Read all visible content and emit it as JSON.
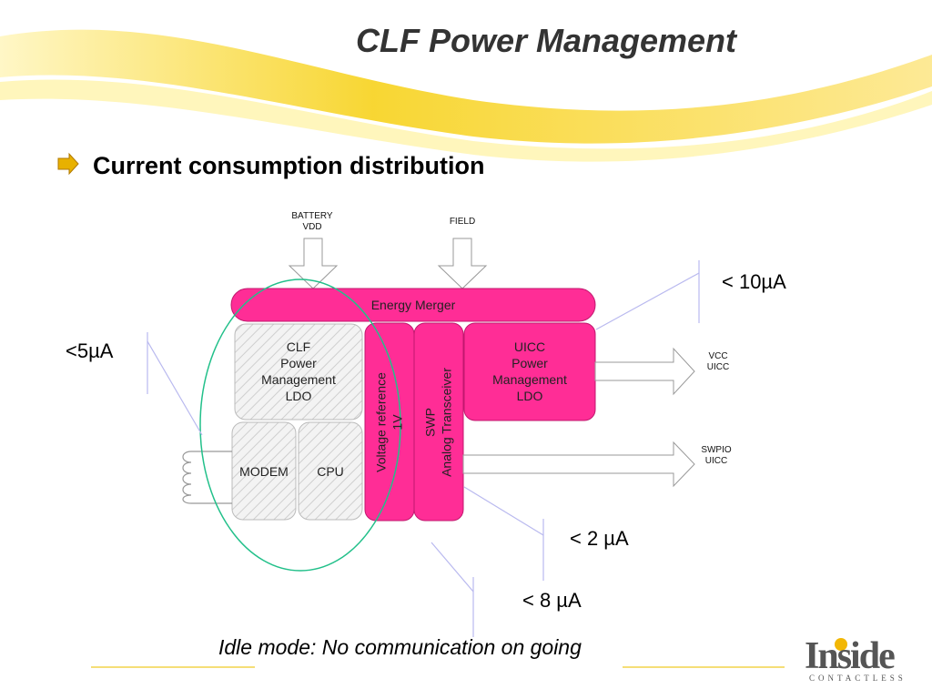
{
  "slide": {
    "title": "CLF Power Management",
    "bullet": "Current consumption distribution",
    "footer_note": "Idle mode: No communication on going"
  },
  "colors": {
    "swoosh": "#f7d21c",
    "magenta": "#ff2d96",
    "ellipse": "#22c08a",
    "hatch_box": "#ececec",
    "callout_line": "#b9b9ef",
    "bullet_arrow": "#e8b100"
  },
  "inputs": {
    "battery": "BATTERY\nVDD",
    "field": "FIELD"
  },
  "blocks": {
    "energy_merger": "Energy Merger",
    "clf_ldo": "CLF\nPower\nManagement\nLDO",
    "modem": "MODEM",
    "cpu": "CPU",
    "voltage_reference": "Voltage reference\n1V",
    "swp": "SWP\nAnalog Transceiver",
    "uicc_ldo": "UICC\nPower\nManagement\nLDO"
  },
  "outputs": {
    "vcc": "VCC\nUICC",
    "swpio": "SWPIO\nUICC"
  },
  "currents": {
    "energy_merger": "< 10µA",
    "clf_domain": "<5µA",
    "swp": "< 2 µA",
    "voltage_reference": "< 8 µA"
  },
  "logo": {
    "word": "Inside",
    "sub": "CONTACTLESS"
  }
}
